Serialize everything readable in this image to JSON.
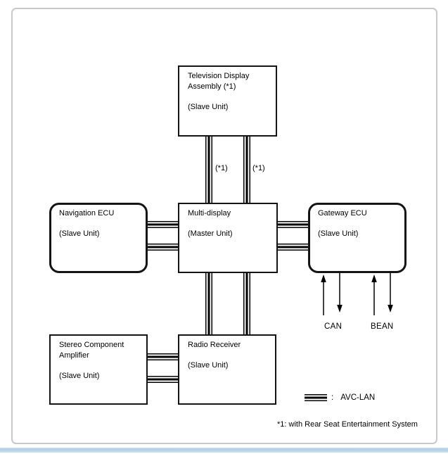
{
  "diagram": {
    "boxes": {
      "television": {
        "title": "Television Display Assembly (*1)",
        "subtitle": "(Slave Unit)"
      },
      "navigation": {
        "title": "Navigation ECU",
        "subtitle": "(Slave Unit)"
      },
      "multi_display": {
        "title": "Multi-display",
        "subtitle": "(Master Unit)"
      },
      "gateway": {
        "title": "Gateway ECU",
        "subtitle": "(Slave Unit)"
      },
      "stereo_amp": {
        "title": "Stereo Component Amplifier",
        "subtitle": "(Slave Unit)"
      },
      "radio": {
        "title": "Radio Receiver",
        "subtitle": "(Slave Unit)"
      }
    },
    "bus_note": "(*1)",
    "network_labels": {
      "can": "CAN",
      "bean": "BEAN"
    },
    "legend": {
      "separator": ":",
      "label": "AVC-LAN"
    },
    "footnote": "*1: with Rear Seat Entertainment System",
    "colors": {
      "line": "#000000",
      "frame_border": "#c9c9c9",
      "accent_bar": "#b3cfe6"
    }
  }
}
